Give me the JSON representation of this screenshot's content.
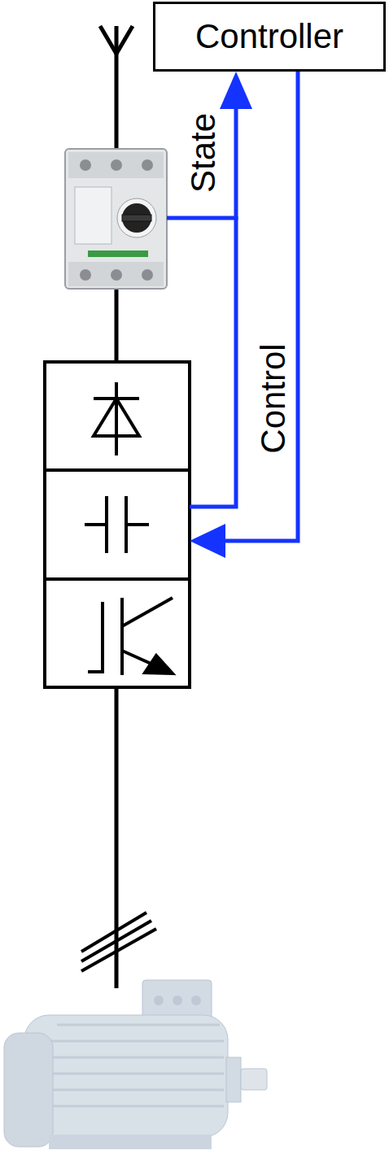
{
  "diagram": {
    "nodes": [
      {
        "text": [
          "Controller"
        ]
      }
    ],
    "labels": [
      "State",
      "Control"
    ]
  }
}
